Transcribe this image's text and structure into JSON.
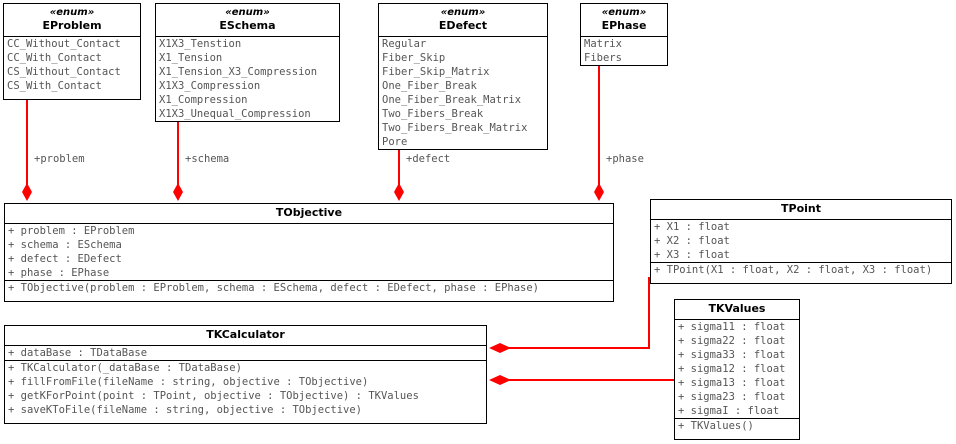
{
  "diagram": {
    "title": "UML class diagram",
    "accent_color": "#ff0000",
    "line_color": "#000000",
    "text_color": "#555555"
  },
  "classes": {
    "eproblem": {
      "stereotype": "«enum»",
      "name": "EProblem",
      "members": [
        "CC_Without_Contact",
        "CC_With_Contact",
        "CS_Without_Contact",
        "CS_With_Contact"
      ]
    },
    "eschema": {
      "stereotype": "«enum»",
      "name": "ESchema",
      "members": [
        "X1X3_Tenstion",
        "X1_Tension",
        "X1_Tension_X3_Compression",
        "X1X3_Compression",
        "X1_Compression",
        "X1X3_Unequal_Compression"
      ]
    },
    "edefect": {
      "stereotype": "«enum»",
      "name": "EDefect",
      "members": [
        "Regular",
        "Fiber_Skip",
        "Fiber_Skip_Matrix",
        "One_Fiber_Break",
        "One_Fiber_Break_Matrix",
        "Two_Fibers_Break",
        "Two_Fibers_Break_Matrix",
        "Pore"
      ]
    },
    "ephase": {
      "stereotype": "«enum»",
      "name": "EPhase",
      "members": [
        "Matrix",
        "Fibers"
      ]
    },
    "tobjective": {
      "name": "TObjective",
      "attributes": [
        "+ problem : EProblem",
        "+ schema : ESchema",
        "+ defect : EDefect",
        "+ phase : EPhase"
      ],
      "operations": [
        "+ TObjective(problem : EProblem, schema : ESchema, defect : EDefect, phase : EPhase)"
      ]
    },
    "tkcalculator": {
      "name": "TKCalculator",
      "attributes": [
        "+ dataBase : TDataBase"
      ],
      "operations": [
        "+ TKCalculator(_dataBase : TDataBase)",
        "+ fillFromFile(fileName : string, objective : TObjective)",
        "+ getKForPoint(point : TPoint, objective : TObjective) : TKValues",
        "+ saveKToFile(fileName : string, objective : TObjective)"
      ]
    },
    "tpoint": {
      "name": "TPoint",
      "attributes": [
        "+ X1 : float",
        "+ X2 : float",
        "+ X3 : float"
      ],
      "operations": [
        "+ TPoint(X1 : float, X2 : float, X3 : float)"
      ]
    },
    "tkvalues": {
      "name": "TKValues",
      "attributes": [
        "+ sigma11 : float",
        "+ sigma22 : float",
        "+ sigma33 : float",
        "+ sigma12 : float",
        "+ sigma13 : float",
        "+ sigma23 : float",
        "+ sigmaI : float"
      ],
      "operations": [
        "+ TKValues()"
      ]
    }
  },
  "associations": [
    {
      "id": "problem",
      "label": "+problem"
    },
    {
      "id": "schema",
      "label": "+schema"
    },
    {
      "id": "defect",
      "label": "+defect"
    },
    {
      "id": "phase",
      "label": "+phase"
    },
    {
      "id": "point",
      "label": ""
    },
    {
      "id": "kvalues",
      "label": ""
    }
  ]
}
